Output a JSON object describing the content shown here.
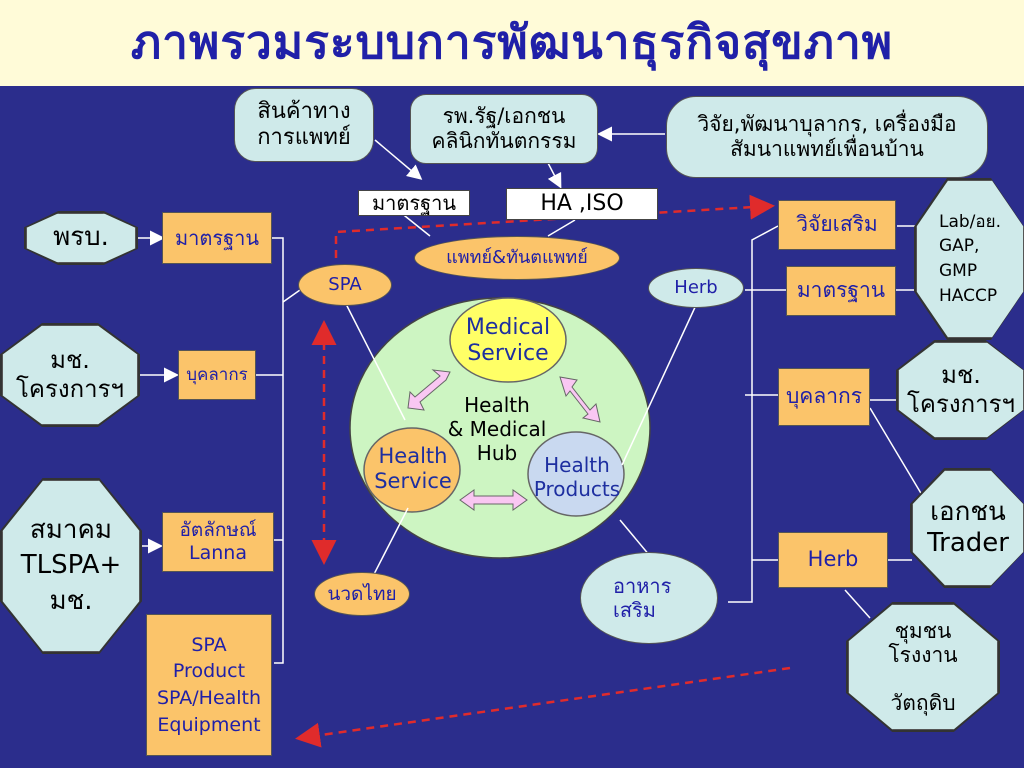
{
  "title": "ภาพรวมระบบการพัฒนาธุรกิจสุขภาพ",
  "top": {
    "medical_goods": "สินค้าทาง\nการแพทย์",
    "hospitals": "รพ.รัฐ/เอกชน\nคลินิกทันตกรรม",
    "research": "วิจัย,พัฒนาบุลากร, เครื่องมือ\nสัมนาแพทย์เพื่อนบ้าน",
    "standard": "มาตรฐาน",
    "ha_iso": "HA ,ISO",
    "doctors": "แพทย์&ทันตแพทย์"
  },
  "left": {
    "prb": "พรบ.",
    "standard": "มาตรฐาน",
    "moc_project": "มช.\nโครงการฯ",
    "personnel": "บุคลากร",
    "association": "สมาคม\nTLSPA+\nมช.",
    "identity": "อัตลักษณ์\nLanna",
    "spa_product": "SPA\nProduct\nSPA/Health\nEquipment",
    "spa": "SPA",
    "thai_massage": "นวดไทย"
  },
  "center": {
    "medical_service": "Medical\nService",
    "hub": "Health\n& Medical\nHub",
    "health_service": "Health\nService",
    "health_products": "Health\nProducts"
  },
  "right": {
    "herb_ellipse": "Herb",
    "supplement_research": "วิจัยเสริม",
    "standard": "มาตรฐาน",
    "lab": "Lab/อย.\nGAP,\nGMP\nHACCP",
    "personnel": "บุคลากร",
    "moc_project": "มช.\nโครงการฯ",
    "private_trader": "เอกชน\nTrader",
    "herb_box": "Herb",
    "community": "ชุมชน\nโรงงาน\n\nวัตถุดิบ",
    "supplement_food": "อาหาร\nเสริม"
  },
  "colors": {
    "background": "#2b2d8c",
    "title_bg": "#fffbd8",
    "title_text": "#2020a8",
    "teal": "#cfeaea",
    "orange": "#fbc46a",
    "hub_circle": "#cdf5c2",
    "medical_circle": "#ffff66",
    "health_products_circle": "#c9d9f0",
    "arrow_pink": "#f9c7f2",
    "dashed_red": "#e02b2b"
  }
}
